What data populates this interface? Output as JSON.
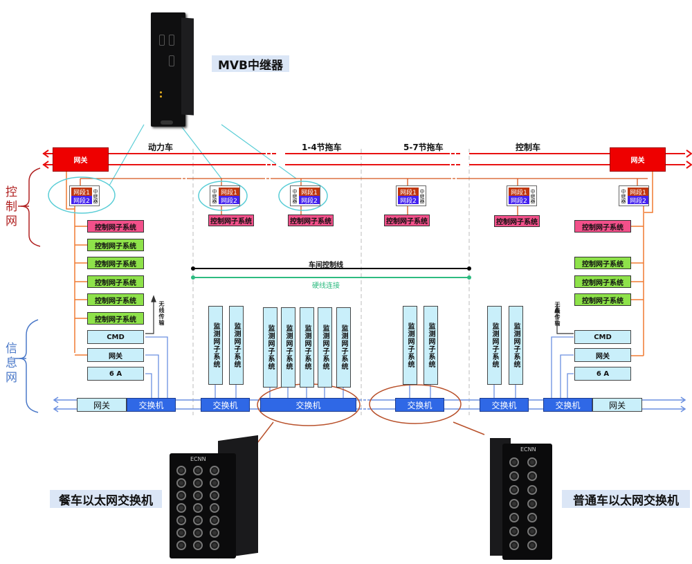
{
  "top_device": {
    "caption": "MVB中继器",
    "icon": "mvb-repeater-device"
  },
  "cars": [
    {
      "label": "动力车"
    },
    {
      "label": "1-4节拖车"
    },
    {
      "label": "5-7节拖车"
    },
    {
      "label": "控制车"
    }
  ],
  "side_labels": {
    "control_net": "控制网",
    "info_net": "信息网"
  },
  "gateways_red": [
    {
      "label": "网关"
    },
    {
      "label": "网关"
    }
  ],
  "repeater": {
    "seg1": "网段1",
    "seg2": "网段2",
    "name": "中继器"
  },
  "repeaters_count": 6,
  "control_subsystem_label": "控制网子系统",
  "left_stack": {
    "control_pink": "控制网子系统",
    "control_green": [
      "控制网子系统",
      "控制网子系统",
      "控制网子系统",
      "控制网子系统",
      "控制网子系统"
    ],
    "wireless": "无线传输",
    "info_boxes": [
      "CMD",
      "网关",
      "6 A"
    ]
  },
  "right_stack": {
    "control_pink": "控制网子系统",
    "control_green": [
      "控制网子系统",
      "控制网子系统",
      "控制网子系统"
    ],
    "wireless": "无线传输",
    "info_boxes": [
      "CMD",
      "网关",
      "6 A"
    ]
  },
  "middle_pink_subsystems": [
    "控制网子系统",
    "控制网子系统",
    "控制网子系统",
    "控制网子系统"
  ],
  "trainlines": {
    "control_line": "车间控制线",
    "hardwire": "硬线连接"
  },
  "monitor_label": "监测网子系统",
  "monitor_groups": [
    2,
    5,
    2,
    2
  ],
  "switches": {
    "left_gateway": "网关",
    "left_switch": "交换机",
    "mid": [
      "交换机",
      "交换机",
      "交换机",
      "交换机"
    ],
    "right_switch": "交换机",
    "right_gateway": "网关"
  },
  "bottom_devices": [
    {
      "caption": "餐车以太网交换机",
      "brand": "ECNN"
    },
    {
      "caption": "普通车以太网交换机",
      "brand": "ECNN"
    }
  ],
  "colors": {
    "control_bus": "#e81010",
    "control_subbus": "#e07020",
    "info_bus": "#6a8fe0",
    "hardwire": "#2dbb80",
    "ellipse_cyan": "#59cdd6",
    "ellipse_brown": "#b8502a"
  }
}
